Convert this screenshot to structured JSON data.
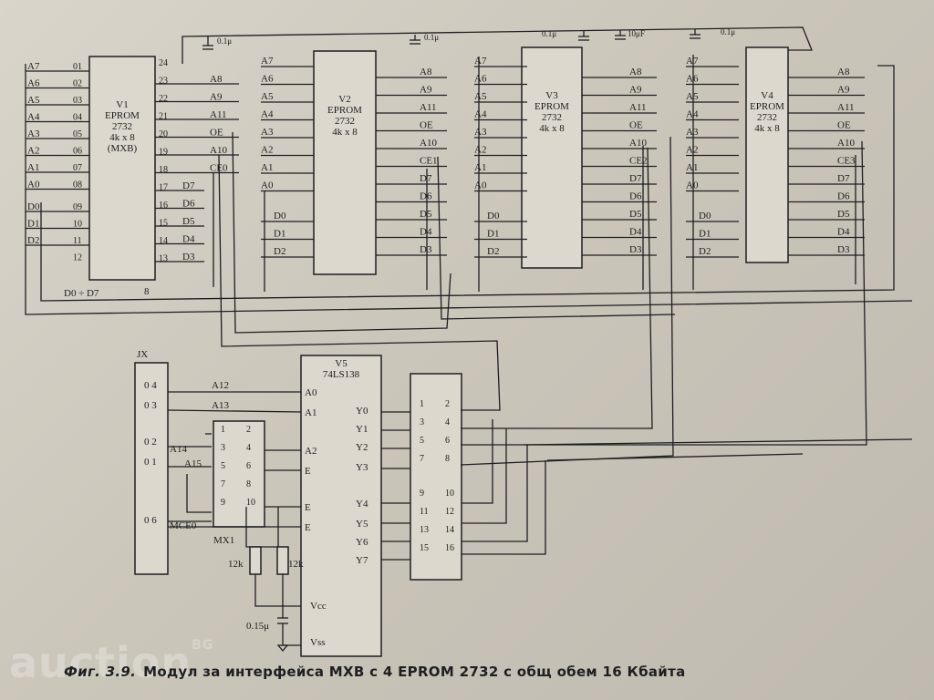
{
  "caption": {
    "figure": "Фиг. 3.9.",
    "text": "Модул за интерфейса MXB с 4 EPROM 2732 с общ обем 16 Кбайта"
  },
  "watermark": {
    "text": "auction",
    "suffix": "BG"
  },
  "chips": {
    "v1": {
      "name": "V1",
      "line1": "EPROM",
      "line2": "2732",
      "line3": "4k x 8",
      "line4": "(MXB)"
    },
    "v2": {
      "name": "V2",
      "line1": "EPROM",
      "line2": "2732",
      "line3": "4k x 8"
    },
    "v3": {
      "name": "V3",
      "line1": "EPROM",
      "line2": "2732",
      "line3": "4k x 8"
    },
    "v4": {
      "name": "V4",
      "line1": "EPROM",
      "line2": "2732",
      "line3": "4k x 8"
    },
    "v5": {
      "name": "V5",
      "part": "74LS138"
    }
  },
  "v1_pins": {
    "left_names": [
      "A7",
      "A6",
      "A5",
      "A4",
      "A3",
      "A2",
      "A1",
      "A0",
      "D0",
      "D1",
      "D2"
    ],
    "left_nums": [
      "01",
      "02",
      "03",
      "04",
      "05",
      "06",
      "07",
      "08",
      "09",
      "10",
      "11",
      "12"
    ],
    "right_nums": [
      "24",
      "23",
      "22",
      "21",
      "20",
      "19",
      "18",
      "17",
      "16",
      "15",
      "14",
      "13"
    ],
    "right_names": [
      "A8",
      "A9",
      "A11",
      "OE",
      "A10",
      "CE0",
      "D7",
      "D6",
      "D5",
      "D4",
      "D3"
    ],
    "bus": "D0 ÷ D7",
    "bus_num": "8"
  },
  "eprom_left": [
    "A7",
    "A6",
    "A5",
    "A4",
    "A3",
    "A2",
    "A1",
    "A0",
    "D0",
    "D1",
    "D2"
  ],
  "eprom_right": {
    "v2": [
      "A8",
      "A9",
      "A11",
      "OE",
      "A10",
      "CE1",
      "D7",
      "D6",
      "D5",
      "D4",
      "D3"
    ],
    "v3": [
      "A8",
      "A9",
      "A11",
      "OE",
      "A10",
      "CE2",
      "D7",
      "D6",
      "D5",
      "D4",
      "D3"
    ],
    "v4": [
      "A8",
      "A9",
      "A11",
      "OE",
      "A10",
      "CE3",
      "D7",
      "D6",
      "D5",
      "D4",
      "D3"
    ]
  },
  "capacitors": [
    "0.1μ",
    "0.1μ",
    "0.1μ",
    "10μF",
    "0.1μ",
    "0.15μ"
  ],
  "jx": {
    "name": "JX",
    "pins": [
      "0 4",
      "0 3",
      "0 2",
      "0 1",
      "0 6"
    ],
    "sig_a12": "A12",
    "sig_a13": "A13",
    "sig_a14": "A14",
    "sig_a15": "A15",
    "sig_mce0": "MCE0"
  },
  "v5_pins": {
    "left": [
      "A0",
      "A1",
      "A2",
      "E",
      "E",
      "E"
    ],
    "right": [
      "Y0",
      "Y1",
      "Y2",
      "Y3",
      "Y4",
      "Y5",
      "Y6",
      "Y7"
    ],
    "vcc": "Vcc",
    "vss": "Vss"
  },
  "mx1": {
    "name": "MX1",
    "nums": [
      "1",
      "2",
      "3",
      "4",
      "5",
      "6",
      "7",
      "8",
      "9",
      "10"
    ]
  },
  "jumpers": {
    "nums": [
      "1",
      "2",
      "3",
      "4",
      "5",
      "6",
      "7",
      "8",
      "9",
      "10",
      "11",
      "12",
      "13",
      "14",
      "15",
      "16"
    ]
  },
  "resistors": [
    "12k",
    "12k"
  ]
}
